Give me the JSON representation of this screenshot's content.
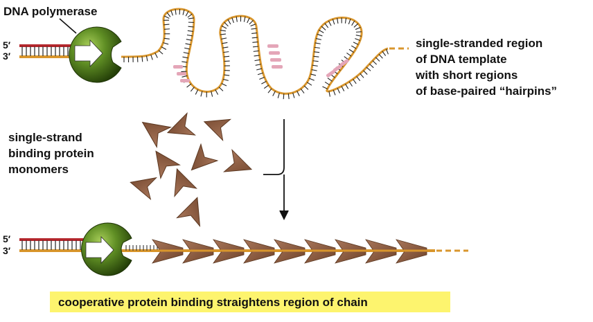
{
  "labels": {
    "polymerase": "DNA polymerase",
    "five_prime": "5′",
    "three_prime": "3′",
    "template_lines": [
      "single-stranded region",
      "of DNA template",
      "with short regions",
      "of base-paired “hairpins”"
    ],
    "protein_lines": [
      "single-strand",
      "binding protein",
      "monomers"
    ],
    "caption": "cooperative protein binding straightens region of chain"
  },
  "colors": {
    "polymerase_green": "#4f7a1f",
    "strand_orange": "#d9962c",
    "primer_red": "#b3262c",
    "protein_brown": "#8a5a3b",
    "hairpin_pink": "#e4a6b8",
    "caption_highlight": "#fdf46e"
  },
  "icons": {
    "polymerase": "green-sphere-with-arrow",
    "protein": "chevron-monomer"
  }
}
